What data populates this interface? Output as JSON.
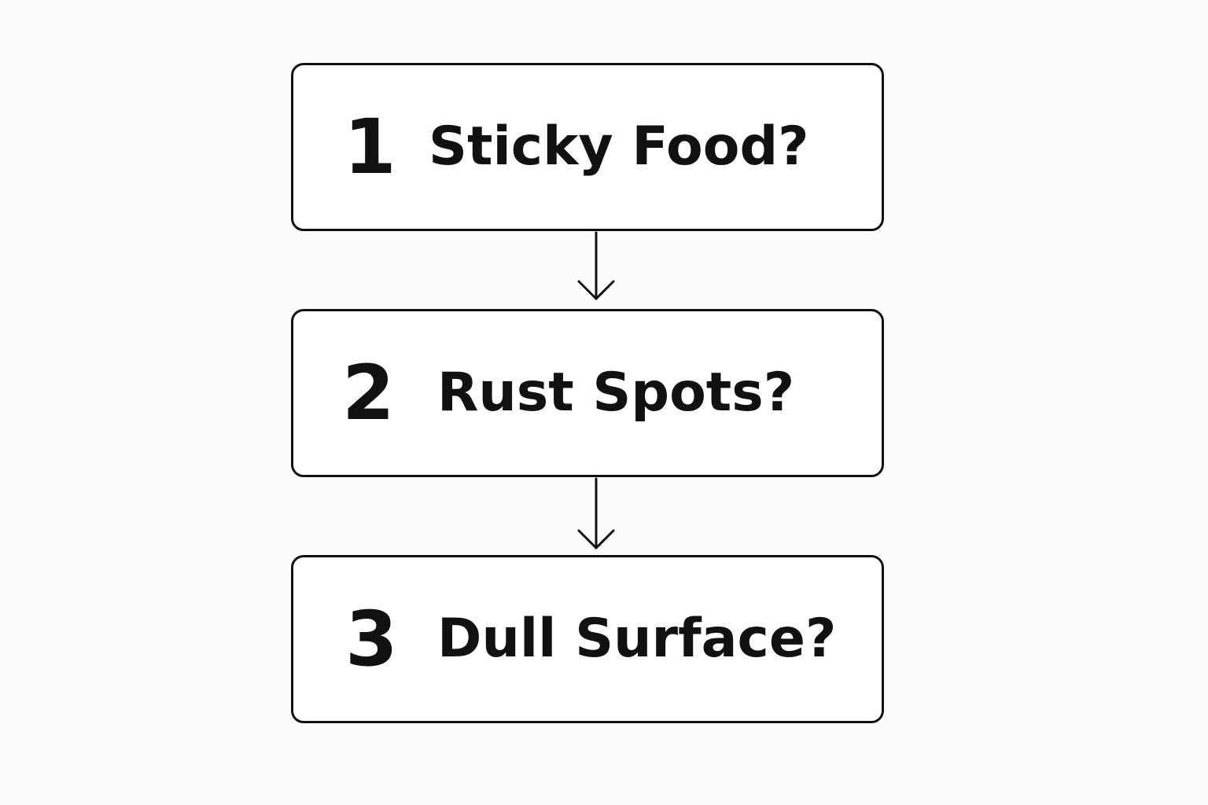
{
  "steps": [
    {
      "number": "1",
      "label": "Sticky Food?"
    },
    {
      "number": "2",
      "label": "Rust Spots?"
    },
    {
      "number": "3",
      "label": "Dull Surface?"
    }
  ],
  "colors": {
    "background": "#fcfcfa",
    "stroke": "#111111",
    "box_fill": "#ffffff"
  }
}
